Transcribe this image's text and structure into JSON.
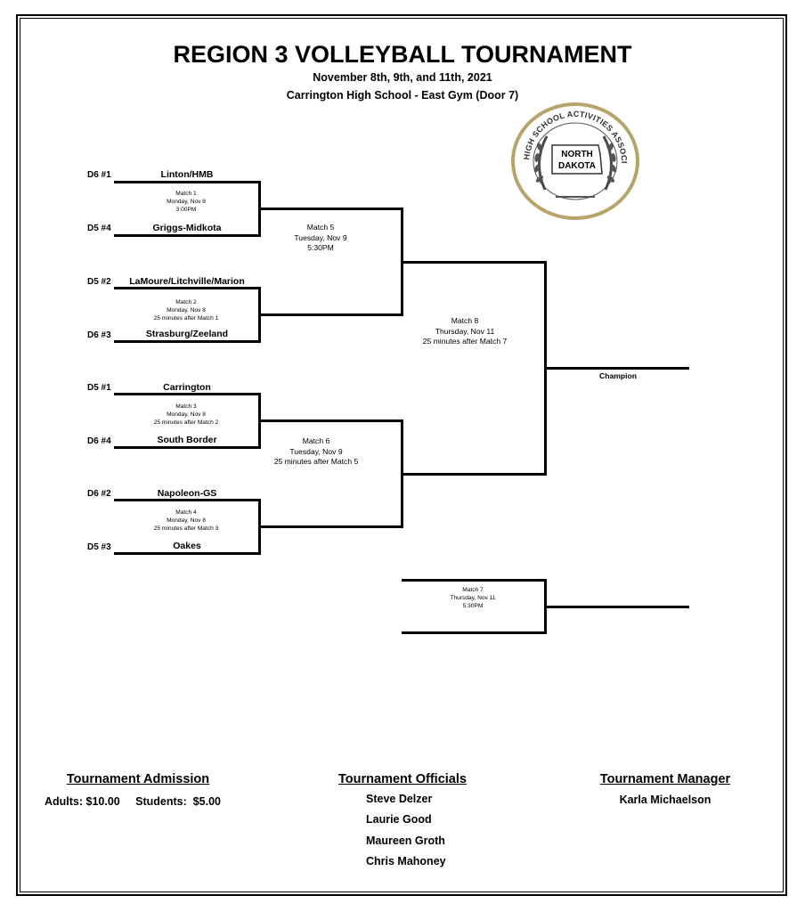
{
  "header": {
    "title": "REGION 3 VOLLEYBALL TOURNAMENT",
    "dates": "November 8th, 9th, and 11th, 2021",
    "venue": "Carrington High School - East Gym  (Door 7)"
  },
  "logo": {
    "ring_text": "HIGH SCHOOL ACTIVITIES ASSOCIATION",
    "state_line1": "NORTH",
    "state_line2": "DAKOTA",
    "ring_color": "#b7a46c",
    "icon": "ndhsaa-seal-icon"
  },
  "round1": [
    {
      "seed": "D6 #1",
      "team": "Linton/HMB"
    },
    {
      "seed": "D5 #4",
      "team": "Griggs-Midkota"
    },
    {
      "seed": "D5 #2",
      "team": "LaMoure/Litchville/Marion"
    },
    {
      "seed": "D6 #3",
      "team": "Strasburg/Zeeland"
    },
    {
      "seed": "D5 #1",
      "team": "Carrington"
    },
    {
      "seed": "D6 #4",
      "team": "South Border"
    },
    {
      "seed": "D6 #2",
      "team": "Napoleon-GS"
    },
    {
      "seed": "D5 #3",
      "team": "Oakes"
    }
  ],
  "matches": {
    "m1": {
      "name": "Match 1",
      "day": "Monday, Nov 8",
      "time": "3:00PM"
    },
    "m2": {
      "name": "Match 2",
      "day": "Monday, Nov 8",
      "time": "25 minutes after Match 1"
    },
    "m3": {
      "name": "Match 3",
      "day": "Monday, Nov 8",
      "time": "25 minutes after Match 2"
    },
    "m4": {
      "name": "Match 4",
      "day": "Monday, Nov 8",
      "time": "25 minutes after Match 3"
    },
    "m5": {
      "name": "Match 5",
      "day": "Tuesday, Nov  9",
      "time": "5:30PM"
    },
    "m6": {
      "name": "Match 6",
      "day": "Tuesday, Nov  9",
      "time": "25 minutes  after Match 5"
    },
    "m7": {
      "name": "Match 7",
      "day": "Thursday, Nov 11",
      "time": "5:30PM"
    },
    "m8": {
      "name": "Match 8",
      "day": "Thursday, Nov  11",
      "time": "25 minutes  after Match 7"
    }
  },
  "champion_label": "Champion",
  "footer": {
    "admission": {
      "heading": "Tournament Admission",
      "text": "Adults: $10.00     Students:  $5.00"
    },
    "officials": {
      "heading": "Tournament Officials",
      "names": [
        "Steve Delzer",
        "Laurie Good",
        "Maureen Groth",
        "Chris Mahoney"
      ]
    },
    "manager": {
      "heading": "Tournament Manager",
      "name": "Karla Michaelson"
    }
  }
}
